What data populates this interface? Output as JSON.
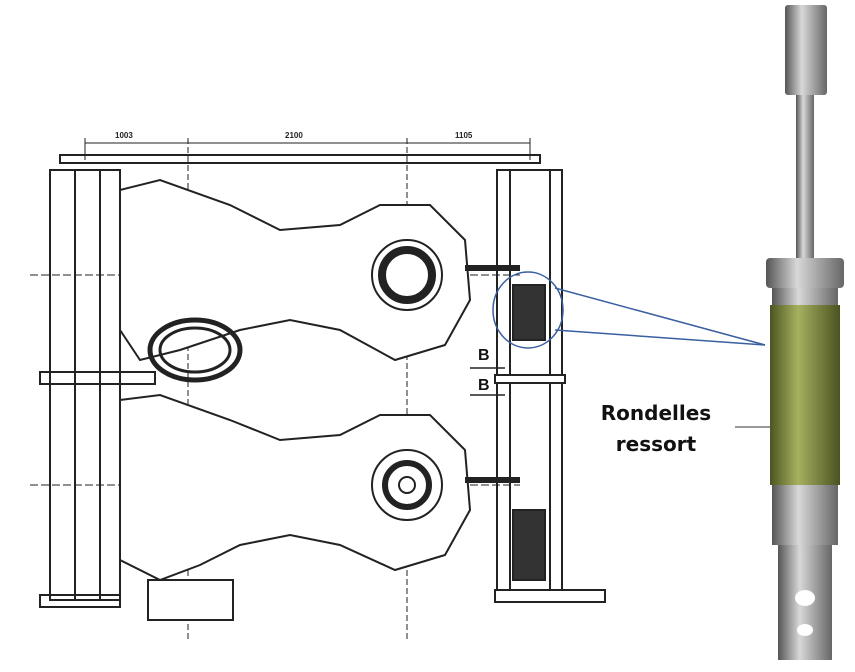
{
  "drawing": {
    "dimensions": [
      "1003",
      "2100",
      "1105"
    ],
    "section_marks": [
      "B",
      "B"
    ]
  },
  "callout": {
    "line1": "Rondelles",
    "line2": "ressort"
  },
  "colors": {
    "callout_line": "#3a5fa0",
    "shaft_metal": "#8a8a8a",
    "spring_green": "#7f8a3a"
  }
}
